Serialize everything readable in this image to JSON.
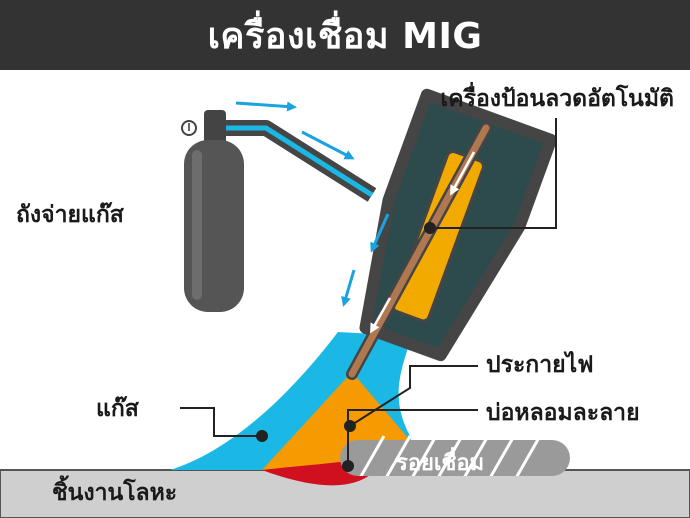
{
  "title": "เครื่องเชื่อม MIG",
  "labels": {
    "gas_cylinder": "ถังจ่ายแก๊ส",
    "wire_feeder": "เครื่องป้อนลวดอัตโนมัติ",
    "gas": "แก๊ส",
    "arc": "ประกายไฟ",
    "weld_pool": "บ่อหลอมละลาย",
    "weld_bead": "รอยเชื่อม",
    "workpiece": "ชิ้นงานโลหะ"
  },
  "colors": {
    "header_bg": "#333333",
    "gas": "#1bb8e6",
    "arc": "#f59a00",
    "weld_pool": "#d0101e",
    "torch_body": "#2d4a4c",
    "torch_outline": "#454545",
    "contact_tube": "#f2a900",
    "wire": "#b07850",
    "cylinder": "#555555",
    "workpiece": "#cfcfcf",
    "bead": "#9a9a9a",
    "flow_arrow": "#1aa3e0"
  },
  "icons": {
    "gauge": "pressure-gauge-icon"
  }
}
